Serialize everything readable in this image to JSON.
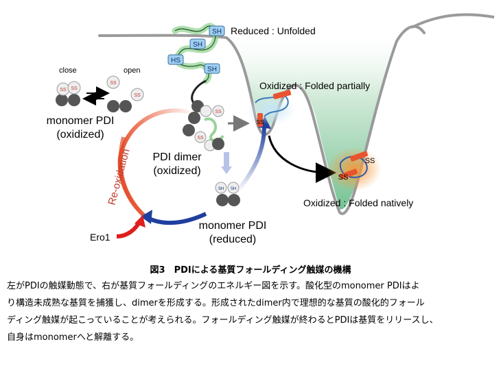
{
  "diagram": {
    "reduced_unfolded": "Reduced : Unfolded",
    "oxidized_partial": "Oxidized : Folded partially",
    "oxidized_native": "Oxidized : Folded natively",
    "close": "close",
    "open": "open",
    "monomer_oxidized_l1": "monomer PDI",
    "monomer_oxidized_l2": "(oxidized)",
    "dimer_l1": "PDI dimer",
    "dimer_l2": "(oxidized)",
    "monomer_reduced_l1": "monomer PDI",
    "monomer_reduced_l2": "(reduced)",
    "reoxidation": "Re-oxidation",
    "ero1": "Ero1",
    "sh": "SH",
    "hs": "HS",
    "ss": "SS"
  },
  "caption": "図3　PDIによる基質フォールディング触媒の機構",
  "body_lines": [
    "左がPDIの触媒動態で、右が基質フォールディングのエネルギー図を示す。酸化型のmonomer PDIはよ",
    "り構造未成熟な基質を捕獲し、dimerを形成する。形成されたdimer内で理想的な基質の酸化的フォール",
    "ディング触媒が起こっていることが考えられる。フォールディング触媒が終わるとPDIは基質をリリースし、",
    "自身はmonomerへと解離する。"
  ]
}
